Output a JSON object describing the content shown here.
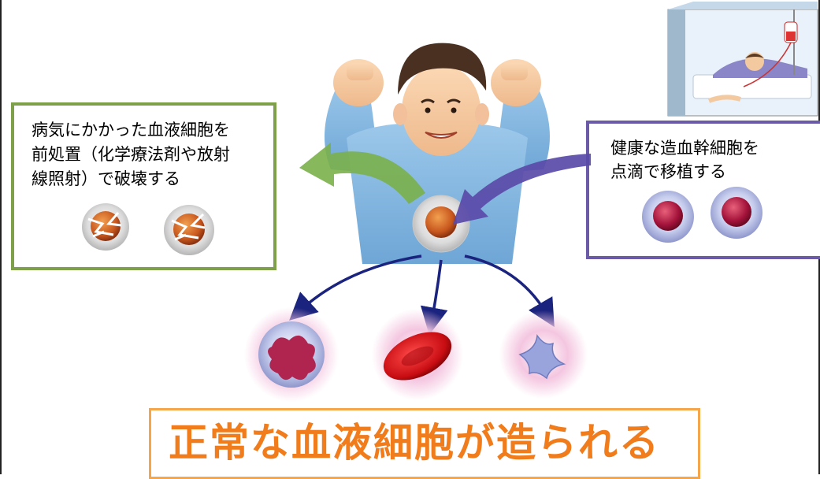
{
  "left_box": {
    "lines": [
      "病気にかかった血液細胞を",
      "前処置（化学療法剤や放射",
      "線照射）で破壊する"
    ]
  },
  "right_box": {
    "lines": [
      "健康な造血幹細胞を",
      "点滴で移植する"
    ]
  },
  "result": {
    "text": "正常な血液細胞が造られる"
  },
  "colors": {
    "left_border": "#7fa04a",
    "right_border": "#6a5aa8",
    "result_border": "#f5a54a",
    "result_text": "#f07c1c",
    "arrow_green": "#7ab04a",
    "arrow_purple": "#5a4aa8",
    "arrow_navy": "#1a237e"
  }
}
